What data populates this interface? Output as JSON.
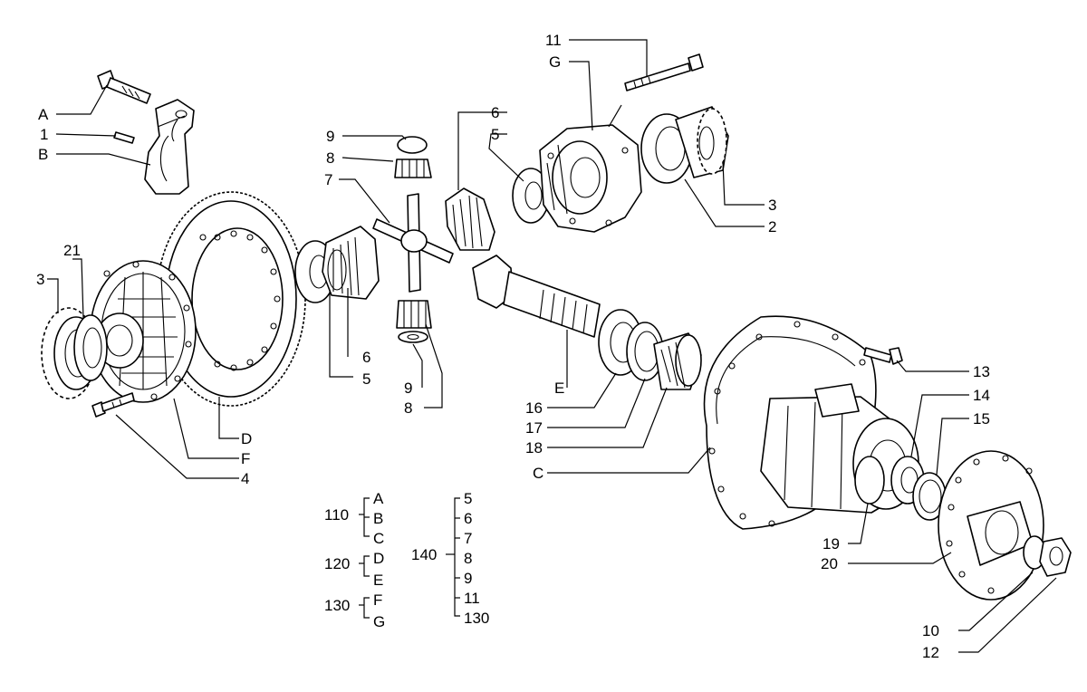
{
  "callouts": [
    {
      "id": "A",
      "text": "A"
    },
    {
      "id": "1",
      "text": "1"
    },
    {
      "id": "B",
      "text": "B"
    },
    {
      "id": "21",
      "text": "21"
    },
    {
      "id": "3l",
      "text": "3"
    },
    {
      "id": "9t",
      "text": "9"
    },
    {
      "id": "8t",
      "text": "8"
    },
    {
      "id": "7",
      "text": "7"
    },
    {
      "id": "6l",
      "text": "6"
    },
    {
      "id": "5l",
      "text": "5"
    },
    {
      "id": "9b",
      "text": "9"
    },
    {
      "id": "8b",
      "text": "8"
    },
    {
      "id": "D",
      "text": "D"
    },
    {
      "id": "F",
      "text": "F"
    },
    {
      "id": "4",
      "text": "4"
    },
    {
      "id": "11",
      "text": "11"
    },
    {
      "id": "G",
      "text": "G"
    },
    {
      "id": "6r",
      "text": "6"
    },
    {
      "id": "5r",
      "text": "5"
    },
    {
      "id": "3r",
      "text": "3"
    },
    {
      "id": "2",
      "text": "2"
    },
    {
      "id": "E",
      "text": "E"
    },
    {
      "id": "16",
      "text": "16"
    },
    {
      "id": "17",
      "text": "17"
    },
    {
      "id": "18",
      "text": "18"
    },
    {
      "id": "C",
      "text": "C"
    },
    {
      "id": "13",
      "text": "13"
    },
    {
      "id": "14",
      "text": "14"
    },
    {
      "id": "15",
      "text": "15"
    },
    {
      "id": "19",
      "text": "19"
    },
    {
      "id": "20",
      "text": "20"
    },
    {
      "id": "10",
      "text": "10"
    },
    {
      "id": "12",
      "text": "12"
    }
  ],
  "groups": [
    {
      "id": "110",
      "label": "110",
      "items": [
        "A",
        "B",
        "C"
      ]
    },
    {
      "id": "120",
      "label": "120",
      "items": [
        "D",
        "E"
      ]
    },
    {
      "id": "130",
      "label": "130",
      "items": [
        "F",
        "G"
      ]
    },
    {
      "id": "140",
      "label": "140",
      "items": [
        "5",
        "6",
        "7",
        "8",
        "9",
        "11",
        "130"
      ]
    }
  ]
}
